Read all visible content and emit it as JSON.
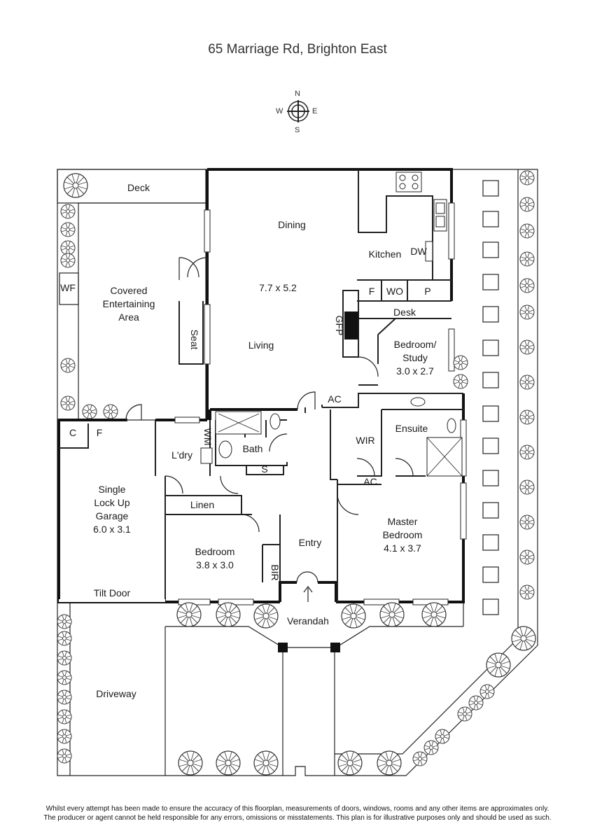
{
  "title": "65 Marriage Rd, Brighton East",
  "compass": {
    "n": "N",
    "s": "S",
    "e": "E",
    "w": "W"
  },
  "rooms": {
    "deck": "Deck",
    "dining": "Dining",
    "kitchen": "Kitchen",
    "dw": "DW",
    "wf": "WF",
    "covered_line1": "Covered",
    "covered_line2": "Entertaining",
    "covered_line3": "Area",
    "living_dims": "7.7 x 5.2",
    "living": "Living",
    "seat": "Seat",
    "gfp": "GFP",
    "f_kitchen": "F",
    "wo": "WO",
    "p": "P",
    "desk": "Desk",
    "study_line1": "Bedroom/",
    "study_line2": "Study",
    "study_dims": "3.0 x 2.7",
    "ac_top": "AC",
    "ac_bottom": "AC",
    "c": "C",
    "f_garage": "F",
    "wm": "WM",
    "bath": "Bath",
    "s": "S",
    "laundry": "L'dry",
    "wir": "WIR",
    "ensuite": "Ensuite",
    "garage_line1": "Single",
    "garage_line2": "Lock Up",
    "garage_line3": "Garage",
    "garage_dims": "6.0 x 3.1",
    "linen": "Linen",
    "master_line1": "Master",
    "master_line2": "Bedroom",
    "master_dims": "4.1 x 3.7",
    "bedroom": "Bedroom",
    "bedroom_dims": "3.8 x 3.0",
    "entry": "Entry",
    "bir": "BIR",
    "tilt_door": "Tilt Door",
    "verandah": "Verandah",
    "driveway": "Driveway"
  },
  "disclaimer": {
    "line1": "Whilst every attempt has been made to ensure the accuracy of this floorplan, measurements of doors, windows, rooms and any other items are approximates only.",
    "line2": "The producer or agent cannot be held responsible for any errors, omissions or misstatements. This plan is for illustrative purposes only and should be used as such."
  }
}
